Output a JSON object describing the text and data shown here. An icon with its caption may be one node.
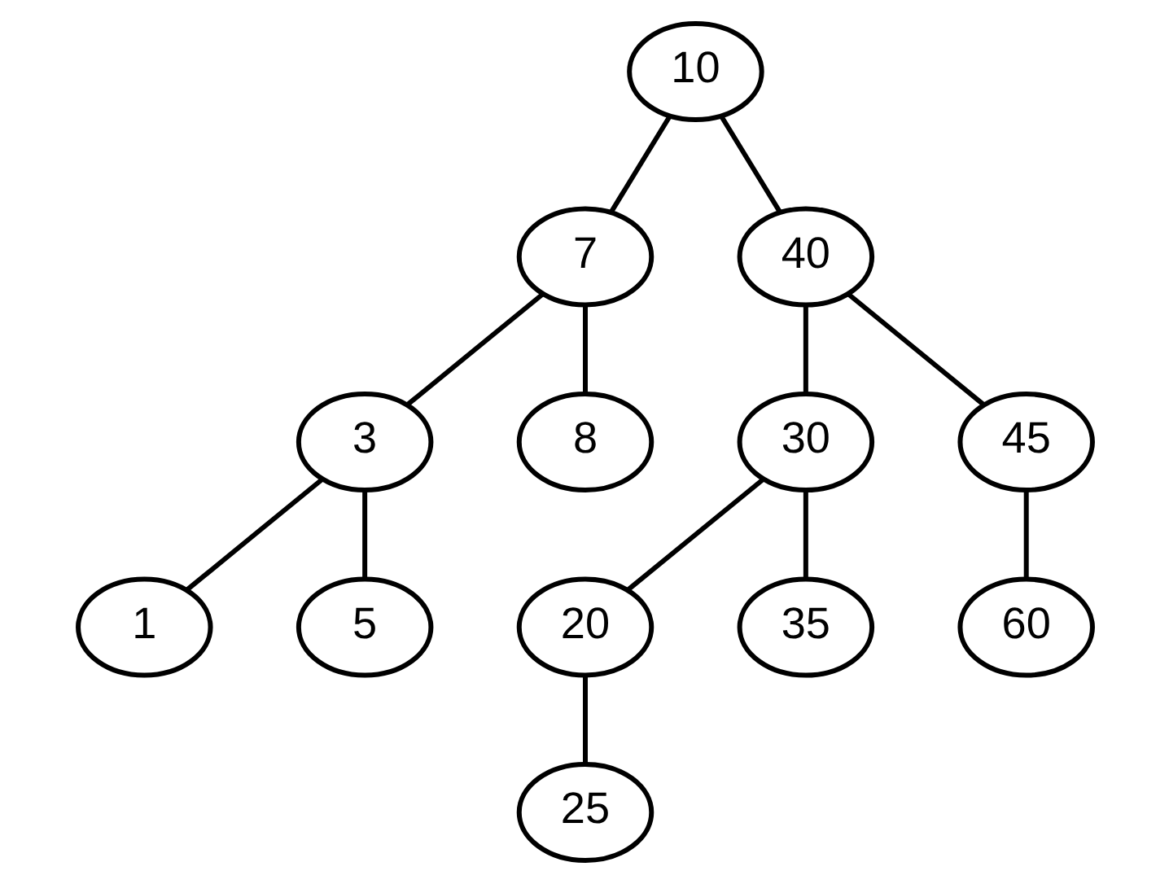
{
  "diagram": {
    "nodes": [
      {
        "text": [
          "10"
        ]
      },
      {
        "text": [
          "7"
        ]
      },
      {
        "text": [
          "40"
        ]
      },
      {
        "text": [
          "3"
        ]
      },
      {
        "text": [
          "8"
        ]
      },
      {
        "text": [
          "30"
        ]
      },
      {
        "text": [
          "45"
        ]
      },
      {
        "text": [
          "1"
        ]
      },
      {
        "text": [
          "5"
        ]
      },
      {
        "text": [
          "20"
        ]
      },
      {
        "text": [
          "35"
        ]
      },
      {
        "text": [
          "60"
        ]
      },
      {
        "text": [
          "25"
        ]
      }
    ],
    "edges": [
      {
        "from": 0,
        "to": 1,
        "arrow": "none"
      },
      {
        "from": 0,
        "to": 2,
        "arrow": "none"
      },
      {
        "from": 1,
        "to": 3,
        "arrow": "none"
      },
      {
        "from": 1,
        "to": 4,
        "arrow": "none"
      },
      {
        "from": 2,
        "to": 5,
        "arrow": "none"
      },
      {
        "from": 2,
        "to": 6,
        "arrow": "none"
      },
      {
        "from": 3,
        "to": 7,
        "arrow": "none"
      },
      {
        "from": 3,
        "to": 8,
        "arrow": "none"
      },
      {
        "from": 5,
        "to": 9,
        "arrow": "none"
      },
      {
        "from": 5,
        "to": 10,
        "arrow": "none"
      },
      {
        "from": 6,
        "to": 11,
        "arrow": "none"
      },
      {
        "from": 9,
        "to": 12,
        "arrow": "none"
      }
    ]
  }
}
